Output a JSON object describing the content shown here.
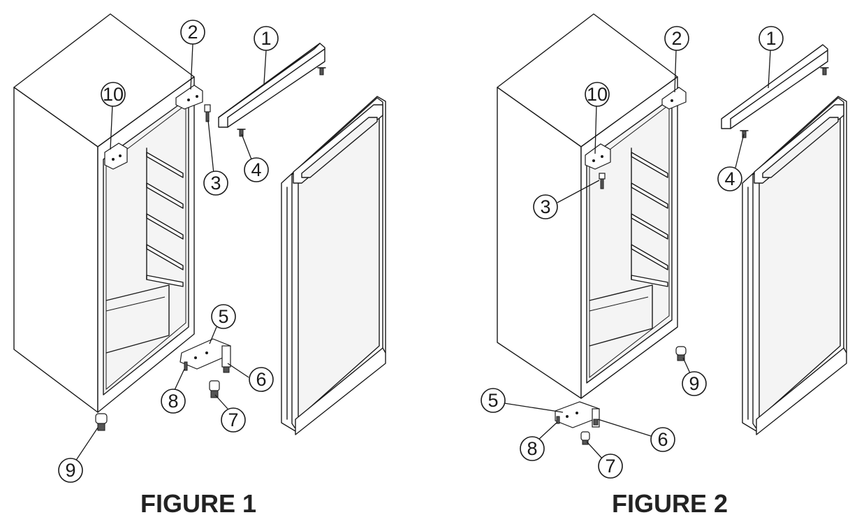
{
  "figures": [
    {
      "caption": "FIGURE 1",
      "callouts": [
        "1",
        "2",
        "3",
        "4",
        "5",
        "6",
        "7",
        "8",
        "9",
        "10"
      ]
    },
    {
      "caption": "FIGURE 2",
      "callouts": [
        "1",
        "2",
        "3",
        "4",
        "5",
        "6",
        "7",
        "8",
        "9",
        "10"
      ]
    }
  ]
}
